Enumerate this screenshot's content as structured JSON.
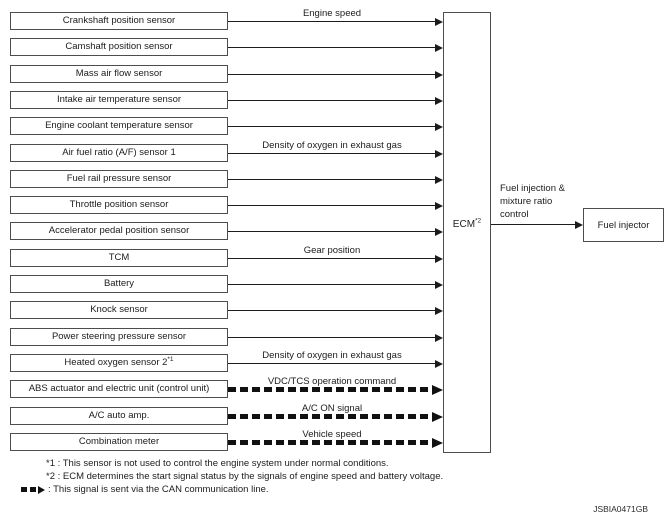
{
  "diagram": {
    "title_implicit": "ECM input/output block diagram",
    "colors": {
      "background": "#ffffff",
      "box_border": "#4d4d4d",
      "line": "#1c1c1c",
      "can_dash": "#111111"
    },
    "rows": [
      {
        "label": "Crankshaft position sensor",
        "signal": "Engine speed",
        "via_can": false
      },
      {
        "label": "Camshaft position sensor",
        "via_can": false
      },
      {
        "label": "Mass air flow sensor",
        "via_can": false
      },
      {
        "label": "Intake air temperature sensor",
        "via_can": false
      },
      {
        "label": "Engine coolant temperature sensor",
        "via_can": false
      },
      {
        "label": "Air fuel ratio (A/F) sensor 1",
        "signal": "Density of oxygen in exhaust gas",
        "via_can": false
      },
      {
        "label": "Fuel rail pressure sensor",
        "via_can": false
      },
      {
        "label": "Throttle position sensor",
        "via_can": false
      },
      {
        "label": "Accelerator pedal position sensor",
        "via_can": false
      },
      {
        "label": "TCM",
        "signal": "Gear position",
        "via_can": false
      },
      {
        "label": "Battery",
        "via_can": false
      },
      {
        "label": "Knock sensor",
        "via_can": false
      },
      {
        "label": "Power steering pressure sensor",
        "via_can": false
      },
      {
        "label": "Heated oxygen sensor 2",
        "sup": "*1",
        "signal": "Density of oxygen in exhaust gas",
        "via_can": false
      },
      {
        "label": "ABS actuator and electric unit (control unit)",
        "signal": "VDC/TCS operation command",
        "via_can": true
      },
      {
        "label": "A/C auto amp.",
        "signal": "A/C ON signal",
        "via_can": true
      },
      {
        "label": "Combination meter",
        "signal": "Vehicle speed",
        "via_can": true
      }
    ],
    "ecm": {
      "label": "ECM",
      "sup": "*2"
    },
    "output": {
      "line1": "Fuel injection &",
      "line2": "mixture ratio",
      "line3": "control",
      "target_label": "Fuel injector"
    },
    "footnotes": {
      "fn1": "*1 : This sensor is not used to control the engine system under normal conditions.",
      "fn2": "*2 : ECM determines the start signal status by the signals of engine speed and battery voltage.",
      "can_legend": ": This signal is sent via the CAN communication line."
    },
    "figure_id": "JSBIA0471GB"
  }
}
